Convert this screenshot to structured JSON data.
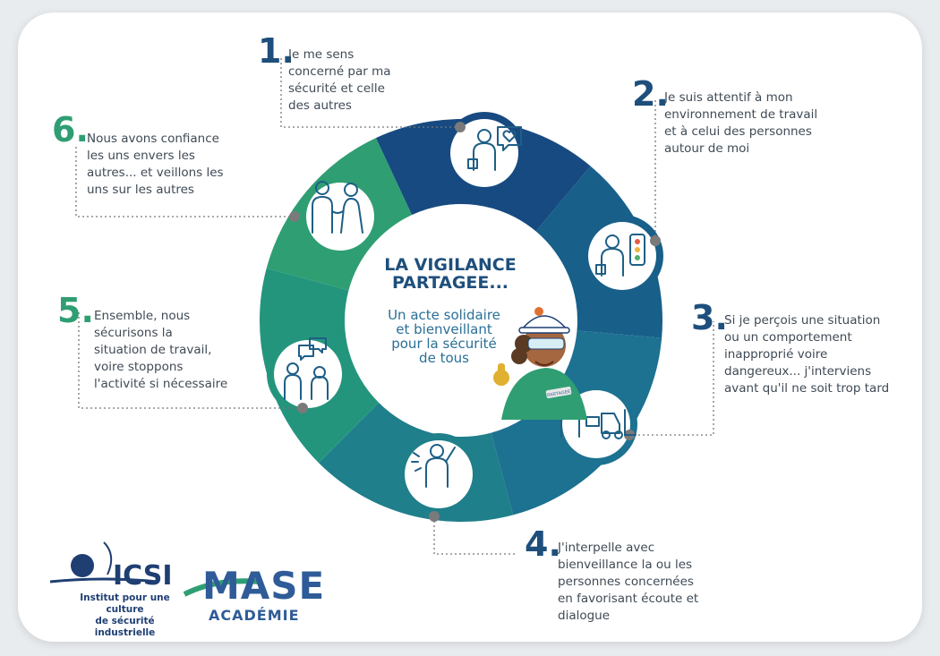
{
  "center": {
    "title_line1": "LA VIGILANCE",
    "title_line2": "PARTAGEE...",
    "subtitle_lines": [
      "Un acte solidaire",
      "et bienveillant",
      "pour la sécurité",
      "de tous"
    ],
    "badge_text": "PARTAGEE"
  },
  "steps": [
    {
      "number": "1.",
      "lines": [
        "Je me sens",
        "concerné par ma",
        "sécurité et celle",
        "des autres"
      ],
      "icon": "person-heart-bubble-icon"
    },
    {
      "number": "2.",
      "lines": [
        "Je suis attentif à mon",
        "environnement de travail",
        "et à celui des personnes",
        "autour de moi"
      ],
      "icon": "person-traffic-light-icon"
    },
    {
      "number": "3.",
      "lines": [
        "Si je perçois une situation",
        "ou un comportement",
        "inapproprié voire",
        "dangereux... j'interviens",
        "avant qu'il ne soit trop tard"
      ],
      "icon": "person-forklift-icon"
    },
    {
      "number": "4.",
      "lines": [
        "J'interpelle avec",
        "bienveillance la ou les",
        "personnes concernées",
        "en favorisant écoute et",
        "dialogue"
      ],
      "icon": "person-raised-hand-icon"
    },
    {
      "number": "5.",
      "lines": [
        "Ensemble, nous",
        "sécurisons la",
        "situation de travail,",
        "voire stoppons",
        "l'activité si nécessaire"
      ],
      "icon": "two-people-talking-icon"
    },
    {
      "number": "6.",
      "lines": [
        "Nous avons confiance",
        "les uns envers les",
        "autres... et veillons les",
        "uns sur les autres"
      ],
      "icon": "two-people-holding-hands-icon"
    }
  ],
  "colors": {
    "seg1": "#174a80",
    "seg2": "#185f8a",
    "seg3": "#1d7191",
    "seg4": "#1f7f8a",
    "seg5": "#24957d",
    "seg6": "#2f9e73",
    "number_blue": "#1e4f7c",
    "number_green": "#2f9e73"
  },
  "logos": {
    "icsi_name": "ICSI",
    "icsi_tagline_line1": "Institut pour une culture",
    "icsi_tagline_line2": "de sécurité industrielle",
    "mase_name": "MASE",
    "mase_sub": "ACADÉMIE"
  }
}
